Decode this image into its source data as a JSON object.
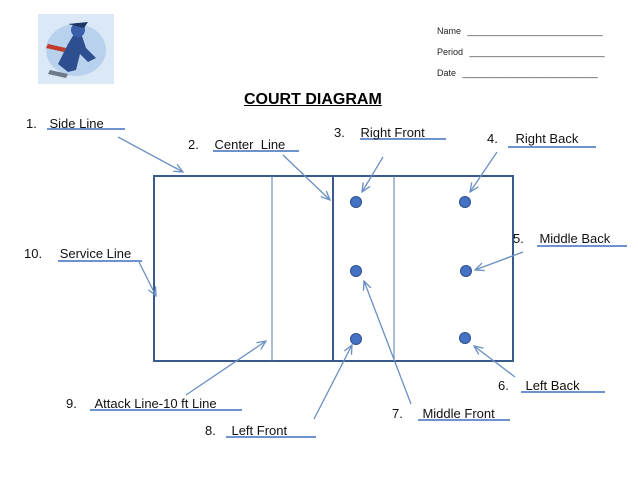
{
  "header": {
    "name_label": "Name",
    "period_label": "Period",
    "date_label": "Date",
    "blank": "___________________________"
  },
  "title": "COURT DIAGRAM",
  "logo_icon": "mascot-logo-icon",
  "labels": [
    {
      "num": "1.",
      "text": "Side Line"
    },
    {
      "num": "2.",
      "text": "Center  Line"
    },
    {
      "num": "3.",
      "text": "Right Front"
    },
    {
      "num": "4.",
      "text": "Right Back"
    },
    {
      "num": "5.",
      "text": "Middle Back"
    },
    {
      "num": "6.",
      "text": "Left Back"
    },
    {
      "num": "7.",
      "text": "Middle Front"
    },
    {
      "num": "8.",
      "text": "Left Front"
    },
    {
      "num": "9.",
      "text": "Attack Line-10 ft Line"
    },
    {
      "num": "10.",
      "text": "Service Line"
    }
  ],
  "colors": {
    "court_line": "#3b5a8c",
    "arrow": "#6a8fc2",
    "underline": "#3f6ebd",
    "dot_fill": "#4472c4",
    "dot_stroke": "#2e4f8a"
  }
}
